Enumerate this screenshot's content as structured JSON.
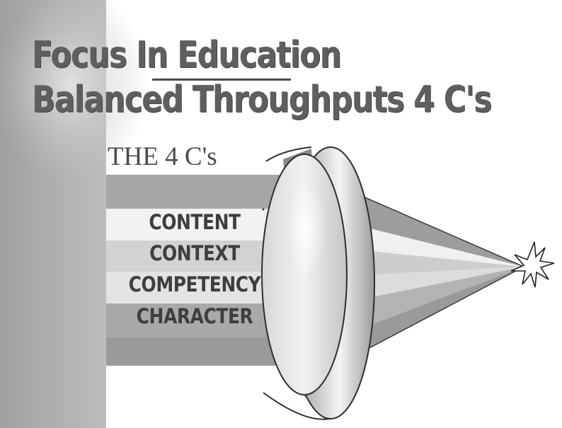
{
  "title": {
    "line1_part1": "Focus ",
    "line1_part2": "In Educ",
    "line1_part3": "ation",
    "line2": "Balanced Throughputs 4 C's"
  },
  "subheading": "THE 4 C's",
  "items": [
    "CONTENT",
    "CONTEXT",
    "COMPETENCY",
    "CHARACTER"
  ]
}
